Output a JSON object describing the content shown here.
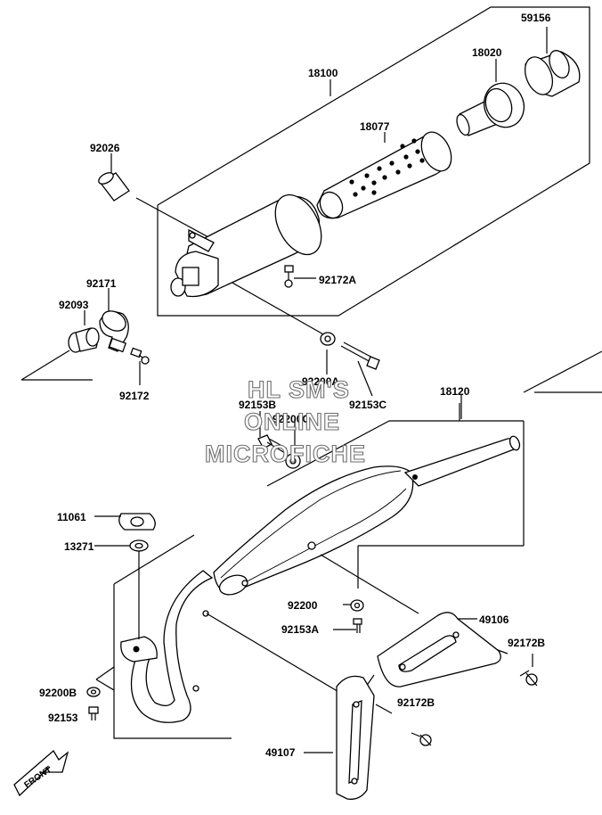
{
  "labels": {
    "p59156": "59156",
    "p18020": "18020",
    "p18100": "18100",
    "p18077": "18077",
    "p92026": "92026",
    "p92172A": "92172A",
    "p92171": "92171",
    "p92093": "92093",
    "p92172": "92172",
    "p92200A": "92200A",
    "p92153C": "92153C",
    "p92153B": "92153B",
    "p92200C": "92200C",
    "p18120": "18120",
    "p11061": "11061",
    "p13271": "13271",
    "p92200": "92200",
    "p92153A": "92153A",
    "p49106": "49106",
    "p92172B_1": "92172B",
    "p92172B_2": "92172B",
    "p92200B": "92200B",
    "p92153": "92153",
    "p49107": "49107"
  },
  "watermark": {
    "line1": "HL SM'S",
    "line2": "ONLINE",
    "line3": "MICROFICHE"
  },
  "front_arrow": "FRONT"
}
